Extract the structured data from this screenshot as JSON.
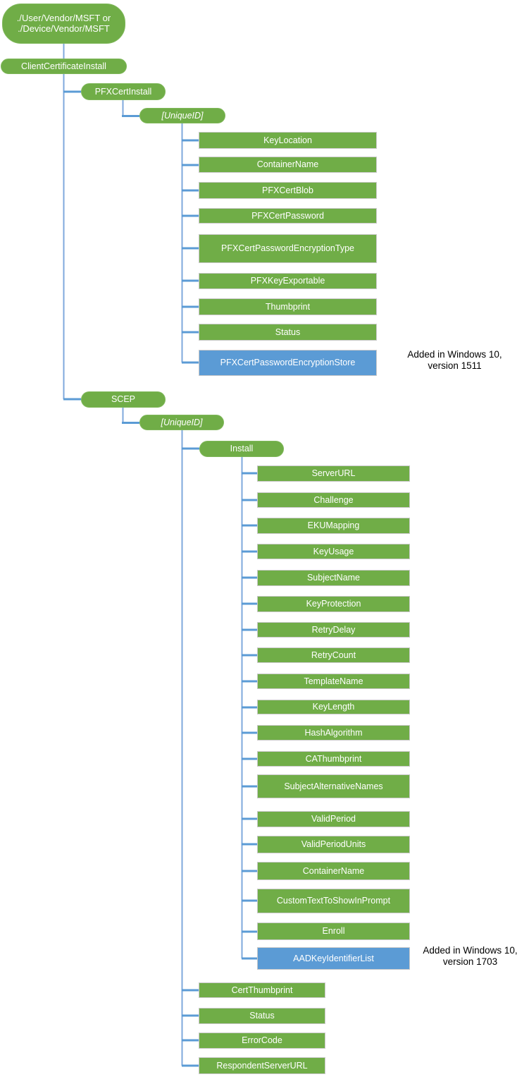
{
  "colors": {
    "node_green": "#70AD47",
    "node_blue": "#5B9BD5",
    "connector_blue": "#5B9BD5",
    "annotation_text": "#000000",
    "node_text": "#ffffff"
  },
  "tree": {
    "root_label": "./User/Vendor/MSFT or\n./Device/Vendor/MSFT",
    "top_node": "ClientCertificateInstall",
    "pfx_branch": {
      "parent": "PFXCertInstall",
      "unique_id": "[UniqueID]",
      "leaves": [
        "KeyLocation",
        "ContainerName",
        "PFXCertBlob",
        "PFXCertPassword",
        "PFXCertPasswordEncryptionType",
        "PFXKeyExportable",
        "Thumbprint",
        "Status"
      ],
      "blue_leaf": "PFXCertPasswordEncryptionStore",
      "blue_leaf_note": "Added in Windows 10,\nversion 1511"
    },
    "scep_branch": {
      "parent": "SCEP",
      "unique_id": "[UniqueID]",
      "install": {
        "parent": "Install",
        "leaves": [
          "ServerURL",
          "Challenge",
          "EKUMapping",
          "KeyUsage",
          "SubjectName",
          "KeyProtection",
          "RetryDelay",
          "RetryCount",
          "TemplateName",
          "KeyLength",
          "HashAlgorithm",
          "CAThumbprint",
          "SubjectAlternativeNames",
          "ValidPeriod",
          "ValidPeriodUnits",
          "ContainerName",
          "CustomTextToShowInPrompt",
          "Enroll"
        ],
        "blue_leaf": "AADKeyIdentifierList",
        "blue_leaf_note": "Added in Windows 10,\nversion 1703"
      },
      "leaves": [
        "CertThumbprint",
        "Status",
        "ErrorCode",
        "RespondentServerURL"
      ]
    }
  }
}
